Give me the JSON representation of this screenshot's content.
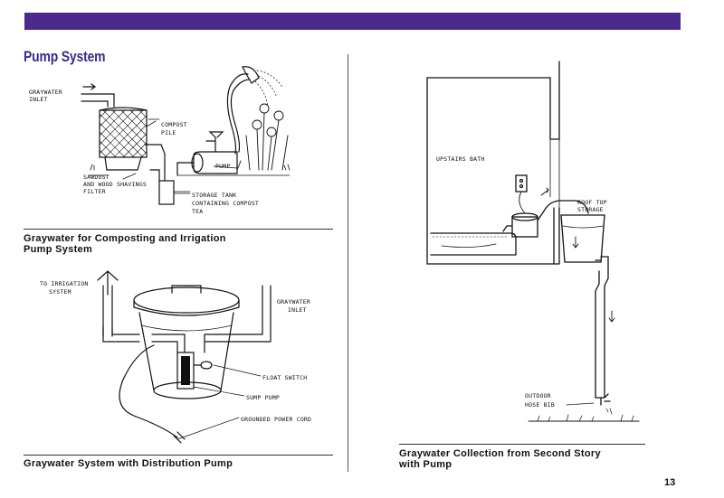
{
  "section_title": "Pump System",
  "page_number": "13",
  "colors": {
    "header_bar": "#4b2a8c",
    "title": "#3b2a8a"
  },
  "figures": {
    "composting": {
      "caption_line1": "Graywater for Composting and Irrigation",
      "caption_line2": "Pump System",
      "labels": {
        "graywater_inlet_1": "GRAYWATER",
        "graywater_inlet_2": "INLET",
        "compost_pile_1": "COMPOST",
        "compost_pile_2": "PILE",
        "pump": "PUMP",
        "filter_1": "SAWDUST",
        "filter_2": "AND WOOD SHAVINGS",
        "filter_3": "FILTER",
        "tank_1": "STORAGE TANK",
        "tank_2": "CONTAINING COMPOST",
        "tank_3": "TEA"
      }
    },
    "distribution": {
      "caption": "Graywater System with Distribution Pump",
      "labels": {
        "irrigation_1": "TO IRRIGATION",
        "irrigation_2": "SYSTEM",
        "inlet_1": "GRAYWATER",
        "inlet_2": "INLET",
        "float_switch": "FLOAT SWITCH",
        "sump_pump": "SUMP PUMP",
        "power_cord": "GROUNDED POWER CORD"
      }
    },
    "second_story": {
      "caption_line1": "Graywater Collection from Second Story",
      "caption_line2": "with Pump",
      "labels": {
        "bath": "UPSTAIRS BATH",
        "roof_1": "ROOF TOP",
        "roof_2": "STORAGE",
        "hose_1": "OUTDOOR",
        "hose_2": "HOSE BIB"
      }
    }
  }
}
